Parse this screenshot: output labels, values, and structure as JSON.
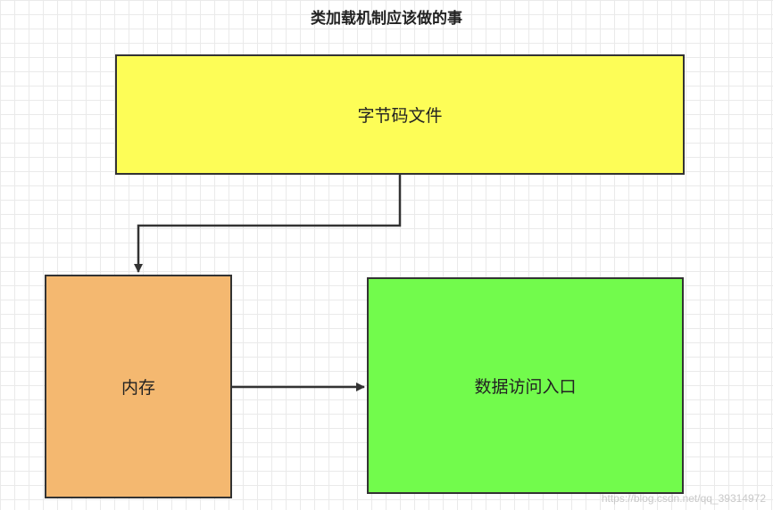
{
  "diagram": {
    "title": "类加载机制应该做的事",
    "nodes": {
      "bytecode": {
        "label": "字节码文件",
        "fill": "#fdfd57"
      },
      "memory": {
        "label": "内存",
        "fill": "#f4b870"
      },
      "access": {
        "label": "数据访问入口",
        "fill": "#72fb4c"
      }
    },
    "edges": [
      {
        "from": "bytecode",
        "to": "memory"
      },
      {
        "from": "memory",
        "to": "access"
      }
    ],
    "watermark": "https://blog.csdn.net/qq_39314972"
  }
}
